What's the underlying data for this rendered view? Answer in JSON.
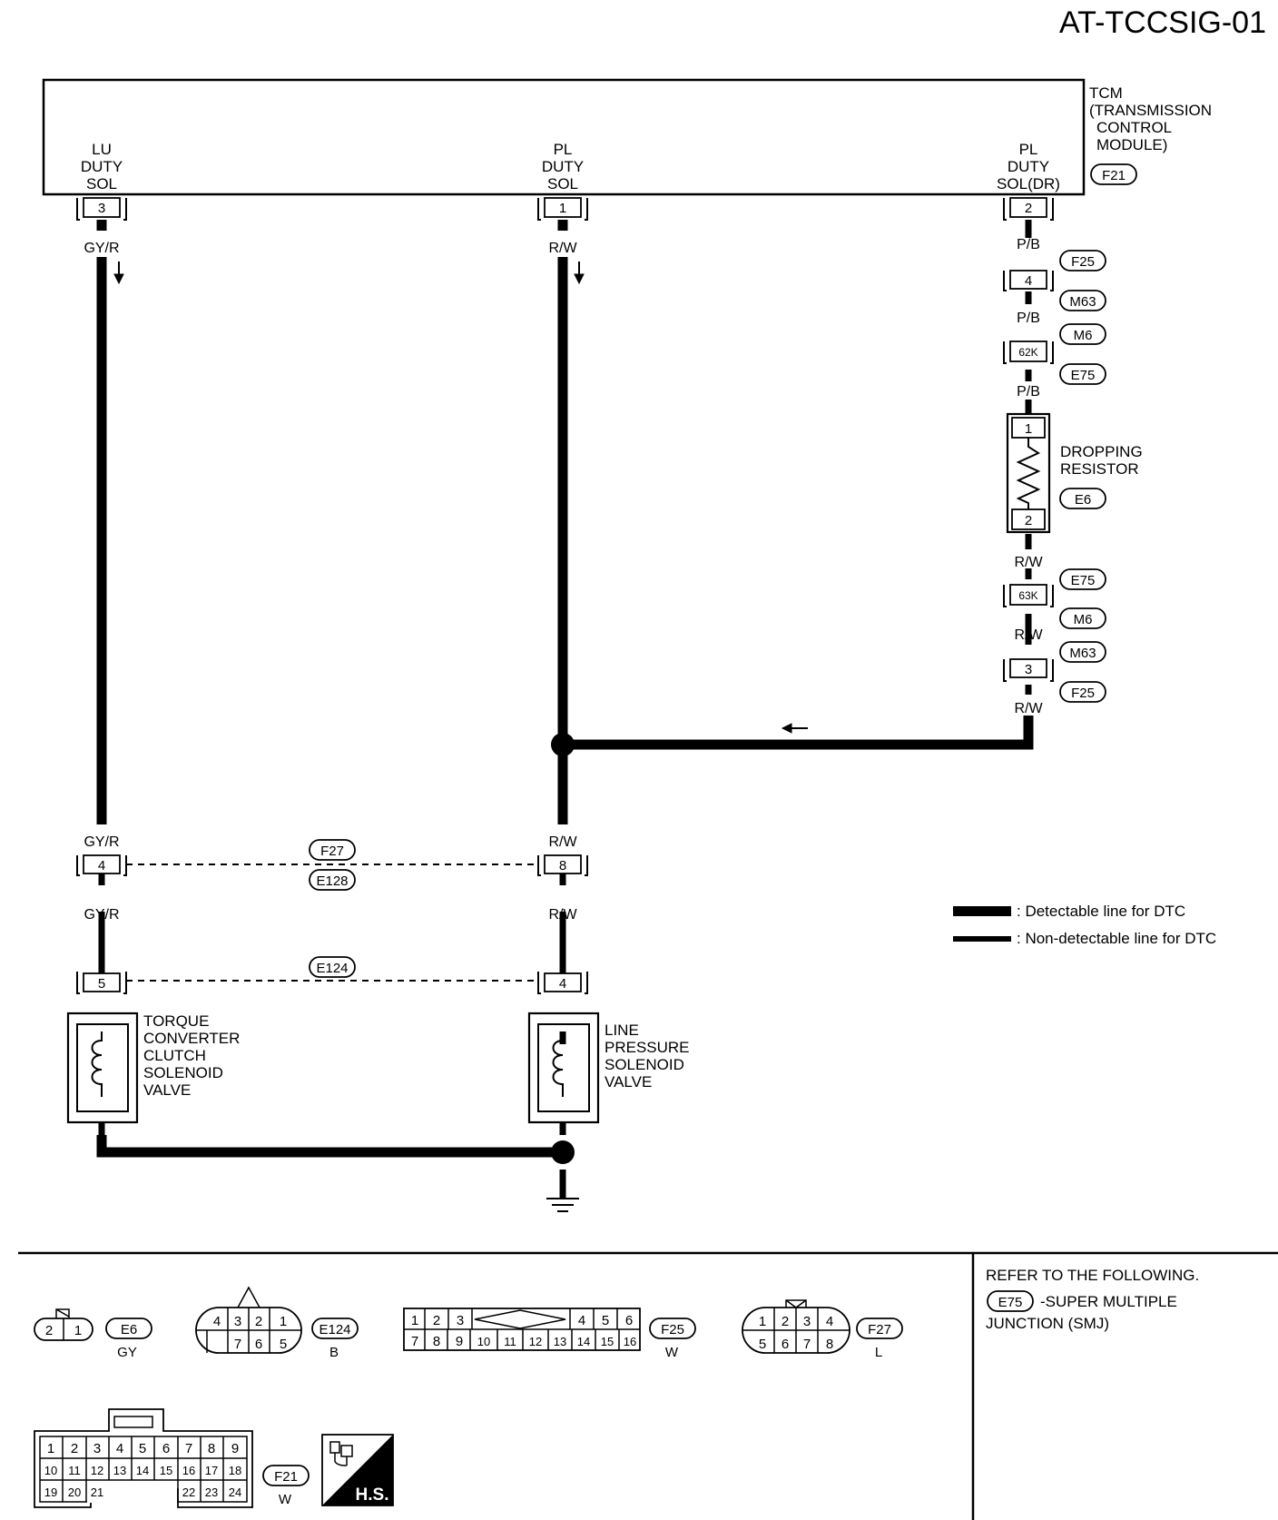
{
  "diagram_id": "AT-TCCSIG-01",
  "tcm": {
    "name_lines": [
      "TCM",
      "(TRANSMISSION",
      "CONTROL",
      "MODULE)"
    ],
    "connector": "F21",
    "terminals": [
      {
        "pin": "3",
        "name_lines": [
          "LU",
          "DUTY",
          "SOL"
        ]
      },
      {
        "pin": "1",
        "name_lines": [
          "PL",
          "DUTY",
          "SOL"
        ]
      },
      {
        "pin": "2",
        "name_lines": [
          "PL",
          "DUTY",
          "SOL(DR)"
        ]
      }
    ]
  },
  "wires": {
    "left_top": "GY/R",
    "mid_top": "R/W",
    "right_1": "P/B",
    "right_2": "P/B",
    "right_3": "P/B",
    "right_4": "R/W",
    "right_5": "R/W",
    "right_6": "R/W",
    "left_above_j1": "GY/R",
    "left_below_j1": "GY/R",
    "mid_above_j1": "R/W",
    "mid_below_j1": "R/W"
  },
  "right_chain": {
    "conn1_pin": "4",
    "conn1_refs": [
      "F25",
      "M63"
    ],
    "conn2_pin": "62K",
    "conn2_refs": [
      "M6",
      "E75"
    ],
    "resistor_pins": [
      "1",
      "2"
    ],
    "resistor_name": [
      "DROPPING",
      "RESISTOR"
    ],
    "resistor_ref": "E6",
    "conn3_pin": "63K",
    "conn3_refs": [
      "E75",
      "M6"
    ],
    "conn4_pin": "3",
    "conn4_refs": [
      "M63",
      "F25"
    ]
  },
  "junctions": {
    "j1": {
      "left_pin": "4",
      "right_pin": "8",
      "refs": [
        "F27",
        "E128"
      ]
    },
    "j2": {
      "left_pin": "5",
      "right_pin": "4",
      "ref": "E124"
    }
  },
  "solenoids": {
    "left": [
      "TORQUE",
      "CONVERTER",
      "CLUTCH",
      "SOLENOID",
      "VALVE"
    ],
    "right": [
      "LINE",
      "PRESSURE",
      "SOLENOID",
      "VALVE"
    ]
  },
  "legend": {
    "detectable": ": Detectable line for DTC",
    "non_detectable": ": Non-detectable line for DTC"
  },
  "connector_views": {
    "e6": {
      "pins": [
        "2",
        "1"
      ],
      "ref": "E6",
      "color": "GY"
    },
    "e124": {
      "top": [
        "4",
        "3",
        "2",
        "1"
      ],
      "bottom": [
        "7",
        "6",
        "5"
      ],
      "ref": "E124",
      "color": "B"
    },
    "f25": {
      "top_left": [
        "1",
        "2",
        "3"
      ],
      "top_right": [
        "4",
        "5",
        "6"
      ],
      "bottom": [
        "7",
        "8",
        "9",
        "10",
        "11",
        "12",
        "13",
        "14",
        "15",
        "16"
      ],
      "ref": "F25",
      "color": "W"
    },
    "f27": {
      "top": [
        "1",
        "2",
        "3",
        "4"
      ],
      "bottom": [
        "5",
        "6",
        "7",
        "8"
      ],
      "ref": "F27",
      "color": "L"
    },
    "f21": {
      "row1": [
        "1",
        "2",
        "3",
        "4",
        "5",
        "6",
        "7",
        "8",
        "9"
      ],
      "row2": [
        "10",
        "11",
        "12",
        "13",
        "14",
        "15",
        "16",
        "17",
        "18"
      ],
      "row3_left": [
        "19",
        "20",
        "21"
      ],
      "row3_right": [
        "22",
        "23",
        "24"
      ],
      "ref": "F21",
      "color": "W"
    }
  },
  "refer": {
    "title": "REFER TO THE FOLLOWING.",
    "ref": "E75",
    "line1": "-SUPER MULTIPLE",
    "line2": "JUNCTION (SMJ)"
  },
  "hs_badge": "H.S."
}
